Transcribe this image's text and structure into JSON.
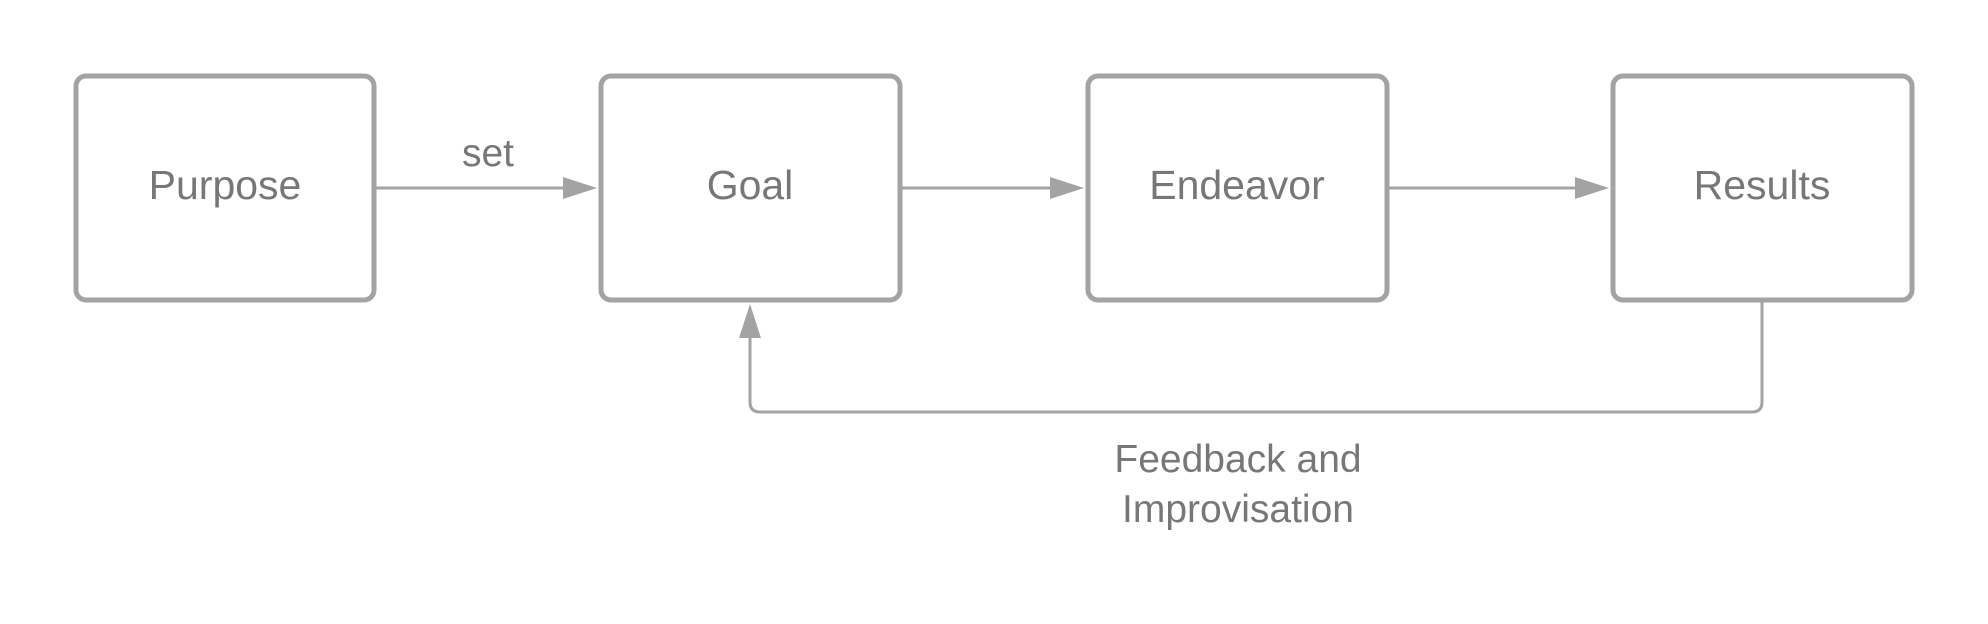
{
  "diagram": {
    "nodes": {
      "purpose": "Purpose",
      "goal": "Goal",
      "endeavor": "Endeavor",
      "results": "Results"
    },
    "edges": {
      "purpose_to_goal": "set",
      "feedback_line1": "Feedback and",
      "feedback_line2": "Improvisation"
    },
    "colors": {
      "stroke": "#a3a3a3",
      "text": "#777777",
      "background": "#ffffff"
    }
  }
}
